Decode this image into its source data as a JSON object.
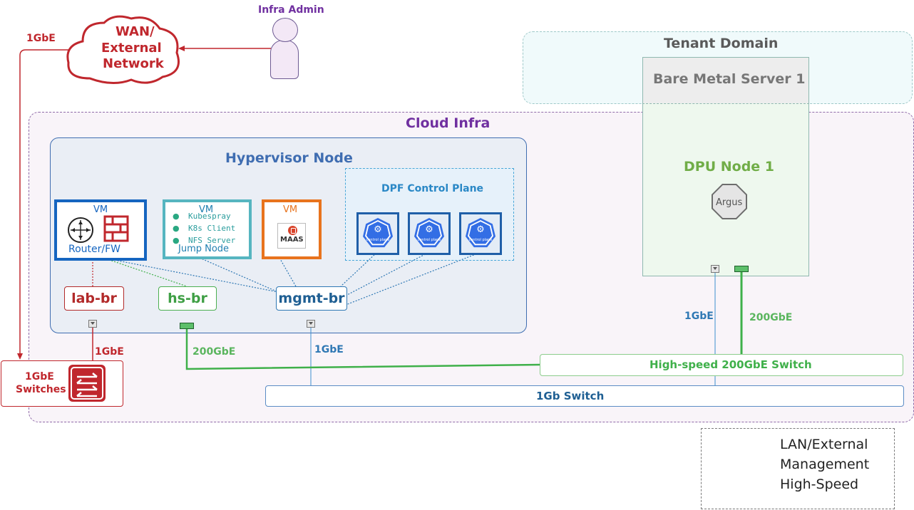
{
  "title_admin": "Infra Admin",
  "wan": {
    "line1": "WAN/",
    "line2": "External",
    "line3": "Network"
  },
  "labels": {
    "wan_link": "1GbE",
    "lab_link": "1GbE",
    "mgmt_link": "1GbE",
    "hs_link": "200GbE",
    "dpu_mgmt_link": "1GbE",
    "dpu_hs_link": "200GbE"
  },
  "tenant": {
    "title": "Tenant Domain",
    "server": "Bare Metal  Server 1"
  },
  "cloud": {
    "title": "Cloud Infra"
  },
  "dpu": {
    "title": "DPU Node 1",
    "argus": "Argus"
  },
  "hypervisor": {
    "title": "Hypervisor Node"
  },
  "dpf": {
    "title": "DPF Control Plane",
    "node_caption": "control plane"
  },
  "vms": {
    "router": {
      "tag": "VM",
      "name": "Router/FW"
    },
    "jump": {
      "tag": "VM",
      "items": [
        "Kubespray",
        "K8s Client",
        "NFS Server"
      ],
      "name": "Jump Node"
    },
    "maas": {
      "tag": "VM",
      "logo": "MAAS"
    }
  },
  "bridges": {
    "lab": "lab-br",
    "hs": "hs-br",
    "mgmt": "mgmt-br"
  },
  "switches": {
    "lan": {
      "line1": "1GbE",
      "line2": "Switches"
    },
    "hs": "High-speed 200GbE Switch",
    "mgmt": "1Gb Switch"
  },
  "legend": [
    {
      "label": "LAN/External",
      "color": "#c0272d"
    },
    {
      "label": "Management",
      "color": "#3d8fcf"
    },
    {
      "label": "High-Speed",
      "color": "#3fb04a"
    }
  ],
  "colors": {
    "lan": "#c0272d",
    "management": "#3d8fcf",
    "high_speed": "#3fb04a",
    "cloud_infra": "#7030a0",
    "hypervisor": "#3f6db1",
    "dpu": "#70ad47"
  }
}
